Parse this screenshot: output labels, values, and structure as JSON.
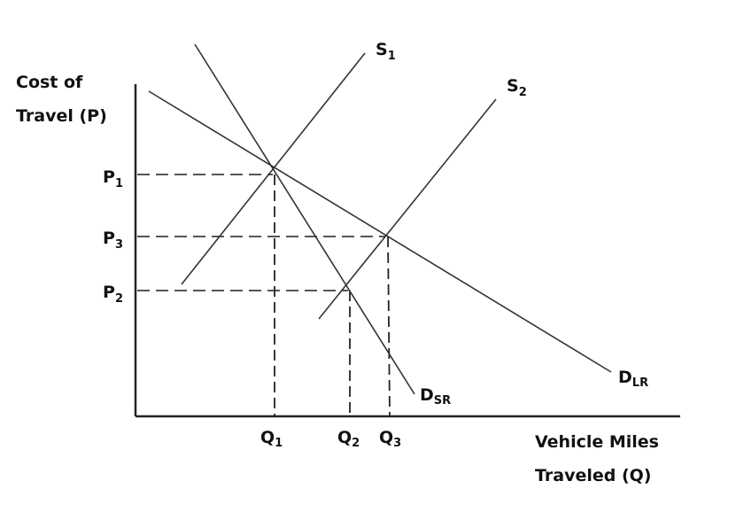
{
  "title": "Supply and demand for vehicle travel: induced demand",
  "y_axis": {
    "line1": "Cost of",
    "line2": "Travel (P)"
  },
  "x_axis": {
    "line1": "Vehicle Miles",
    "line2": "Traveled (Q)"
  },
  "price_levels": [
    {
      "main": "P",
      "sub": "1"
    },
    {
      "main": "P",
      "sub": "3"
    },
    {
      "main": "P",
      "sub": "2"
    }
  ],
  "quantity_levels": [
    {
      "main": "Q",
      "sub": "1"
    },
    {
      "main": "Q",
      "sub": "2"
    },
    {
      "main": "Q",
      "sub": "3"
    }
  ],
  "curves": {
    "s1": {
      "main": "S",
      "sub": "1"
    },
    "s2": {
      "main": "S",
      "sub": "2"
    },
    "dsr": {
      "main": "D",
      "sub": "SR"
    },
    "dlr": {
      "main": "D",
      "sub": "LR"
    }
  },
  "colors": {
    "line": "#333333",
    "dash": "#555555",
    "text": "#111111"
  }
}
